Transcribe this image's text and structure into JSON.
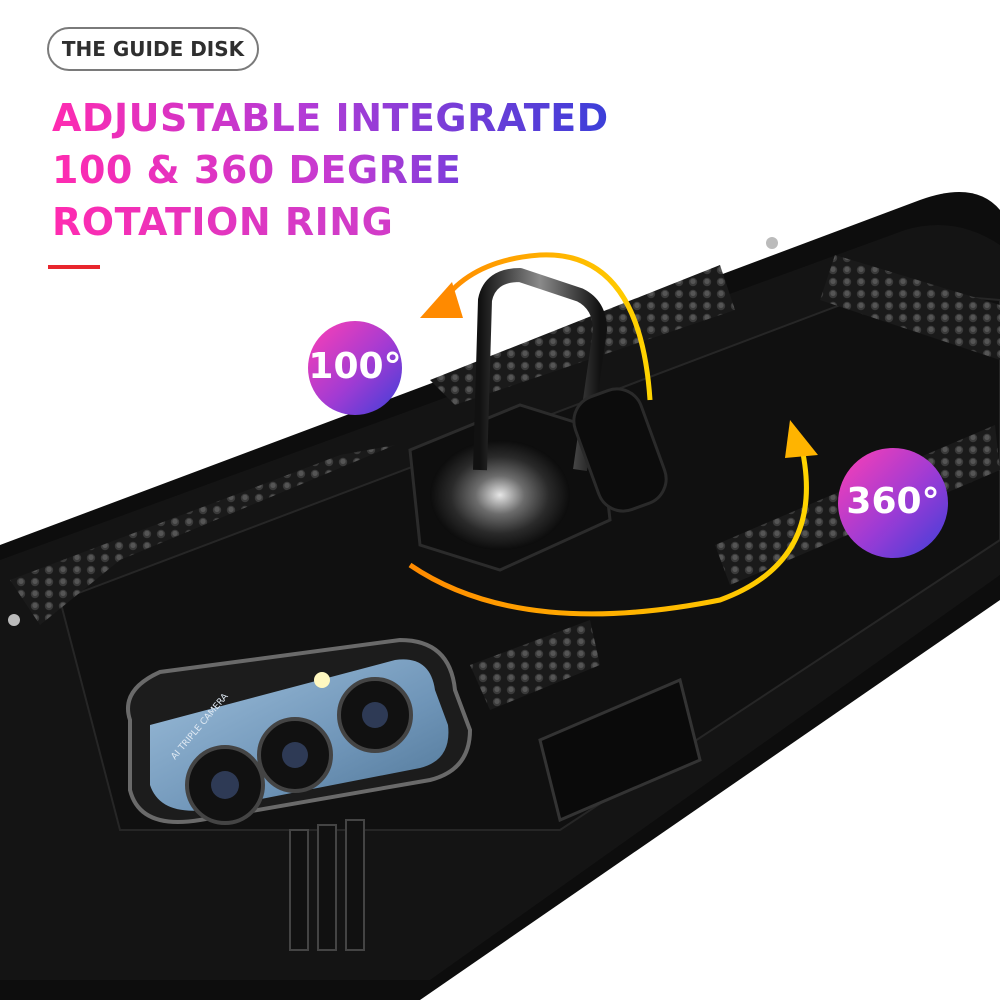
{
  "badge": {
    "text": "THE GUIDE DISK"
  },
  "headline": {
    "line1": "ADJUSTABLE INTEGRATED",
    "line2": "100 & 360 DEGREE",
    "line3": "ROTATION RING"
  },
  "angles": {
    "small": "100°",
    "full": "360°"
  },
  "camera_label": "AI TRIPLE CAMERA",
  "colors": {
    "accent_line": "#e8262d",
    "headline_start": "#ff2bb0",
    "headline_end": "#3b3fd9",
    "arrow": "#ffb400",
    "case": "#0c0c0c",
    "phone_back": "#6f95b8"
  },
  "icons": [
    "rotation-arrow-icon",
    "ring-holder-icon",
    "camera-lens-icon"
  ]
}
